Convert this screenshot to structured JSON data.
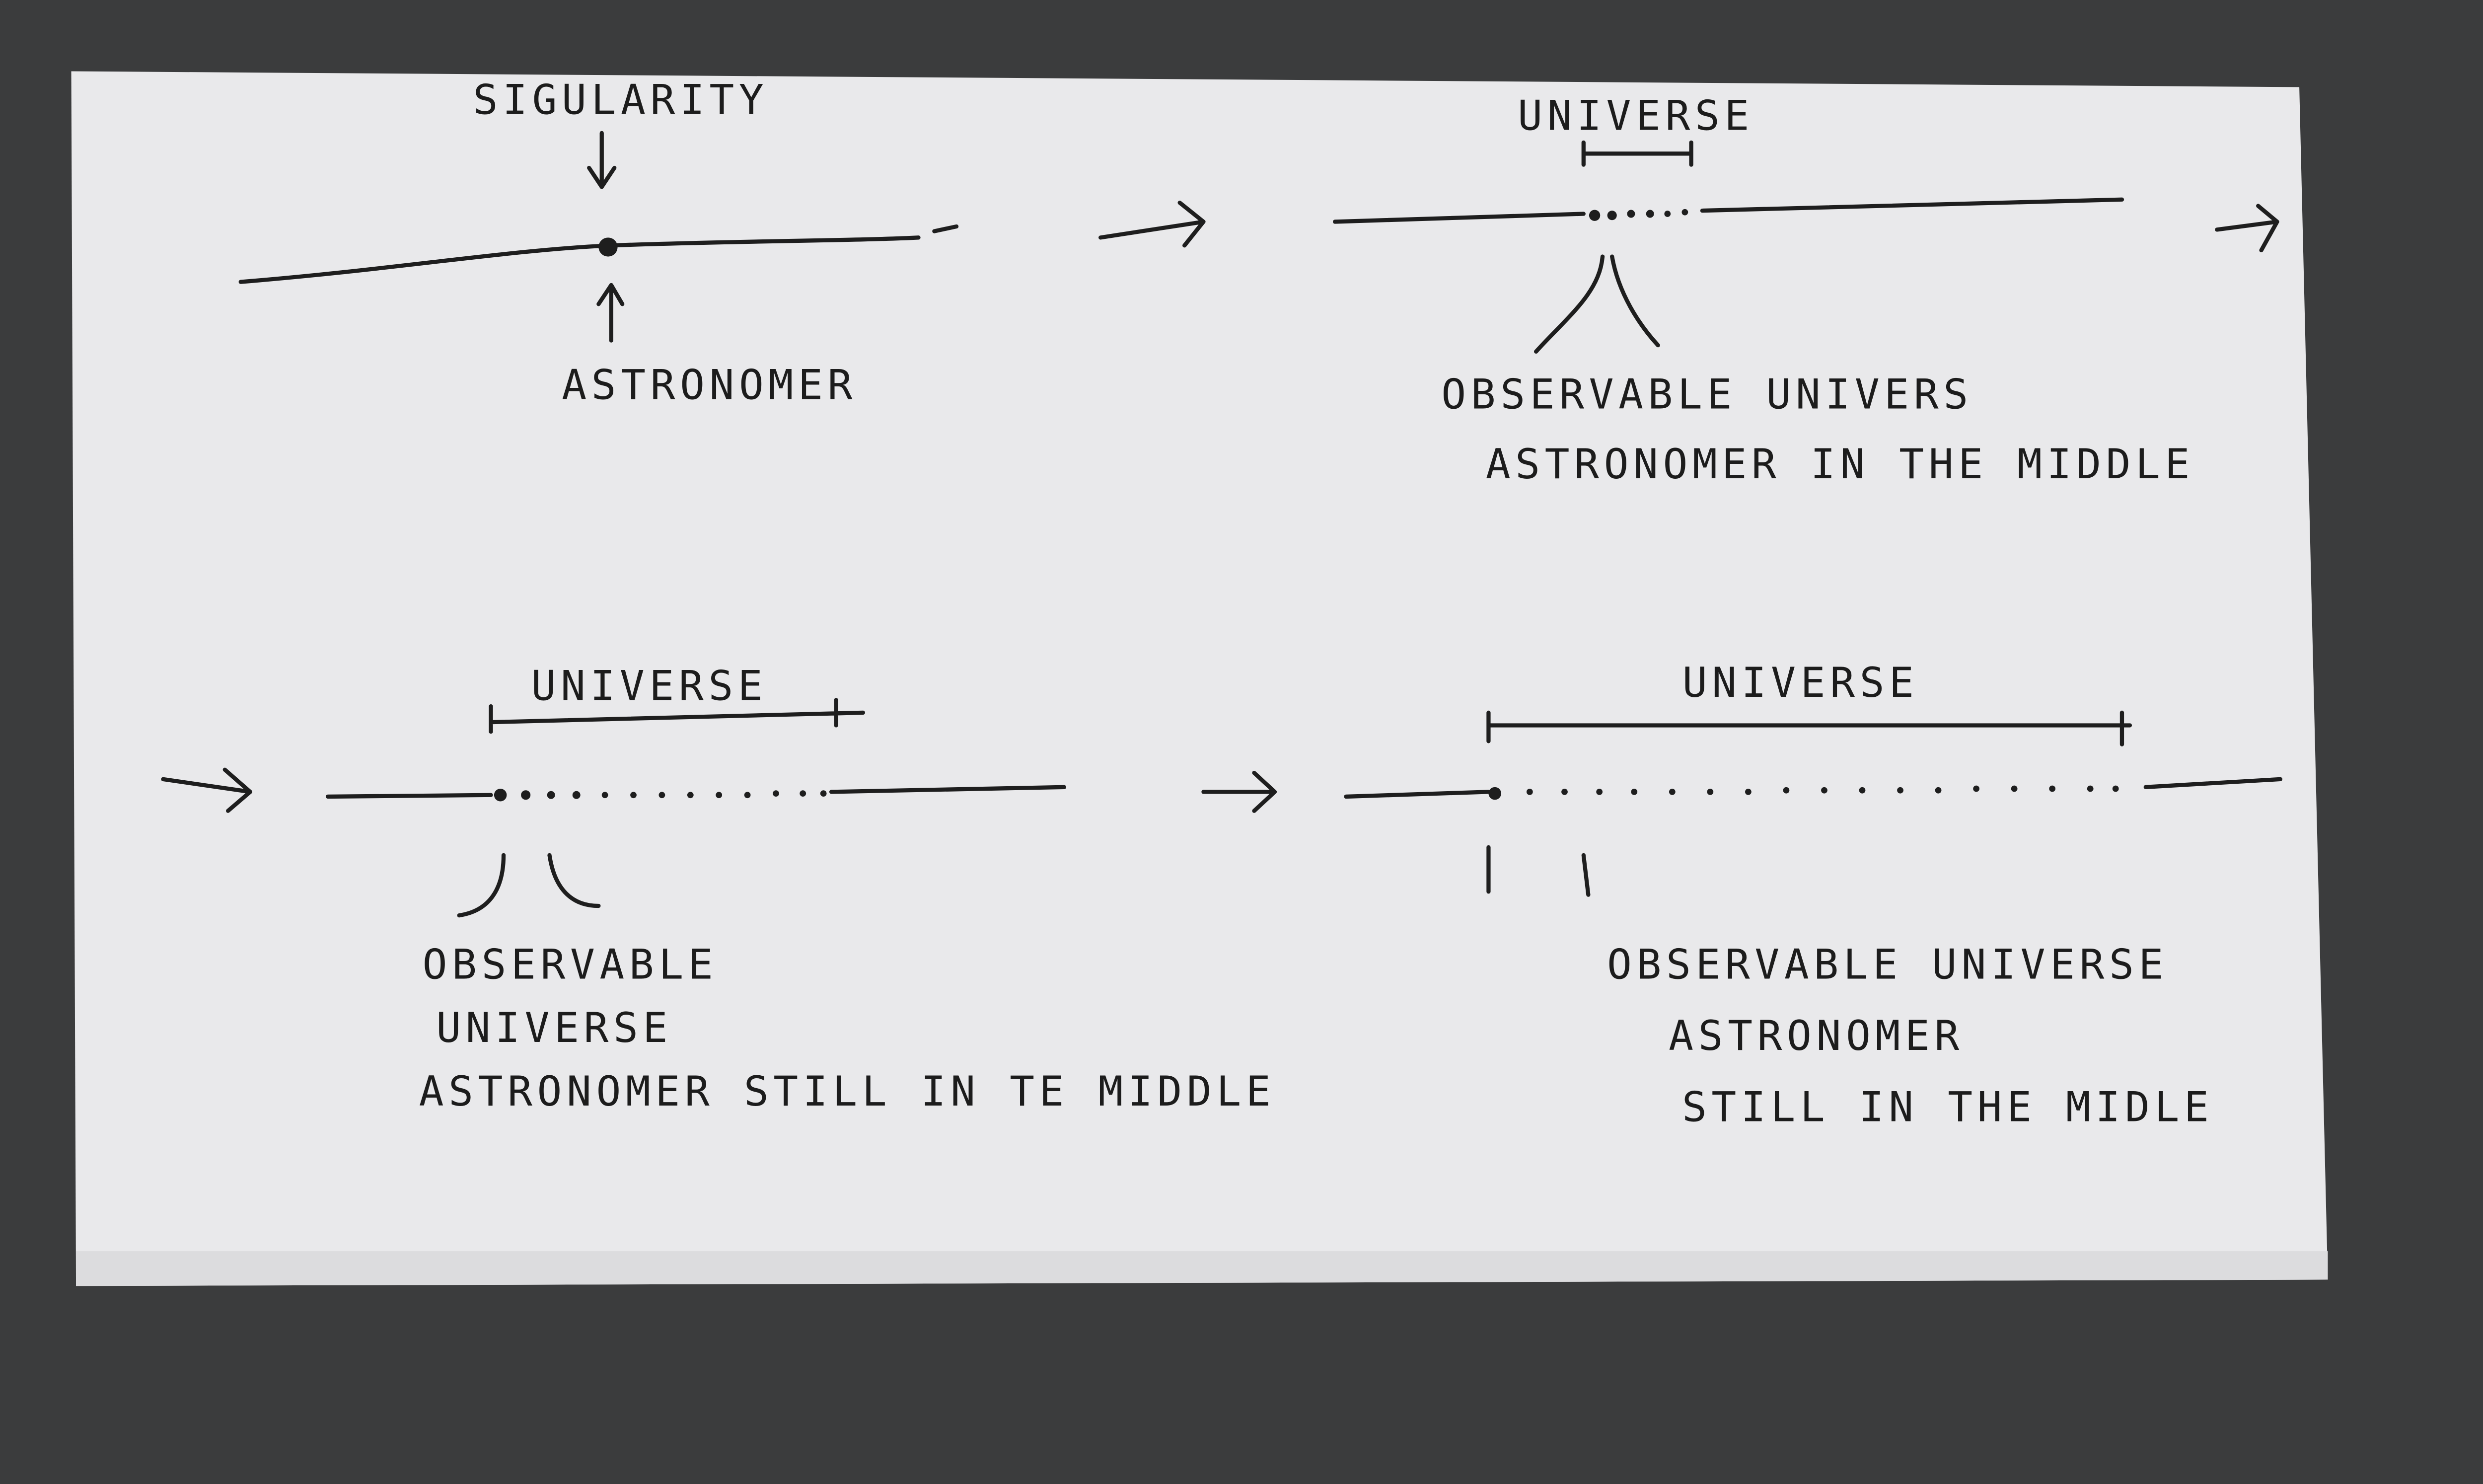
{
  "panel1": {
    "singularity_label": "SIGULARITY",
    "astronomer_label": "ASTRONOMER"
  },
  "panel2": {
    "universe_label": "UNIVERSE",
    "caption_line1": "OBSERVABLE UNIVERS",
    "caption_line2": "ASTRONOMER IN THE MIDDLE"
  },
  "panel3": {
    "universe_label": "UNIVERSE",
    "caption_line1": "OBSERVABLE",
    "caption_line2": "UNIVERSE",
    "caption_line3": "ASTRONOMER STILL IN TE MIDDLE"
  },
  "panel4": {
    "universe_label": "UNIVERSE",
    "caption_line1": "OBSERVABLE UNIVERSE",
    "caption_line2": "ASTRONOMER",
    "caption_line3": "STILL IN THE MIDLE"
  },
  "colors": {
    "paper": "#e9e9eb",
    "ink": "#1e1e1e",
    "background": "#3b3c3d"
  }
}
